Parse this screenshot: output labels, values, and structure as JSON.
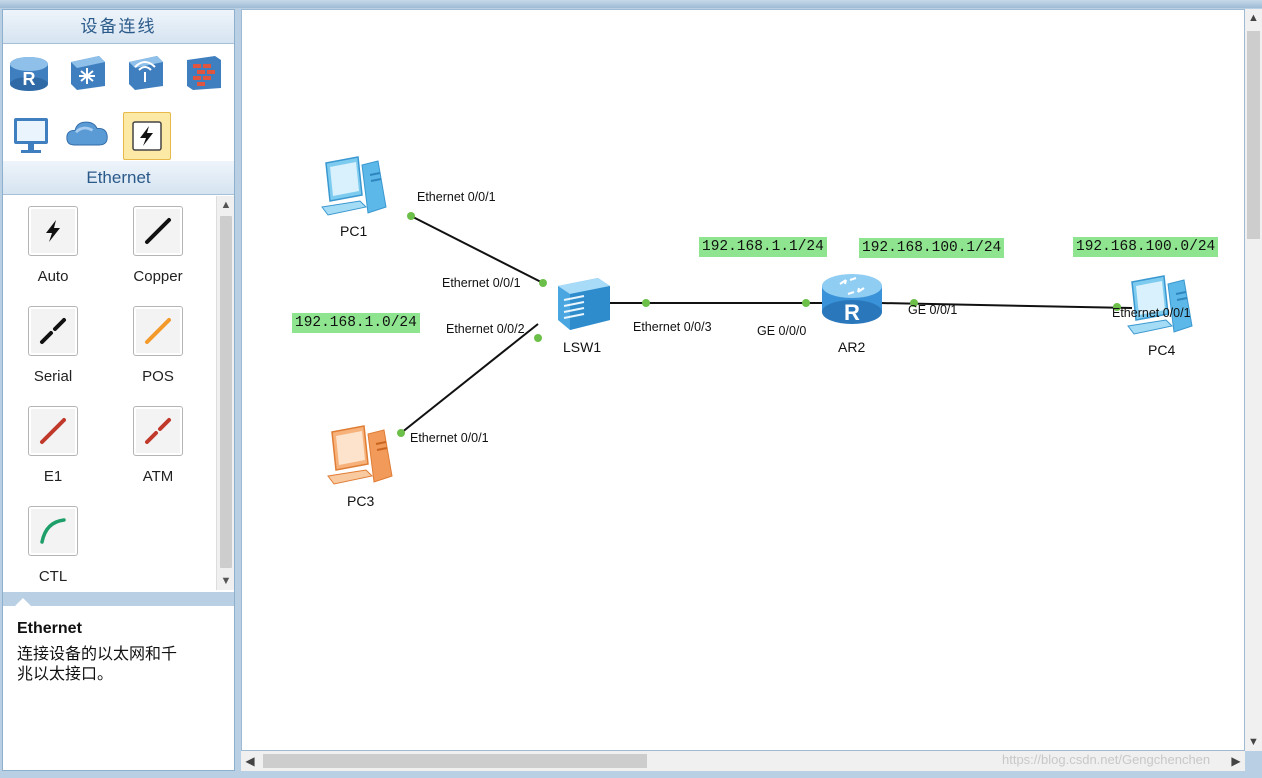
{
  "left_panel": {
    "devices_header": "设备连线",
    "cables_header": "Ethernet",
    "cables": [
      {
        "label": "Auto",
        "icon": "auto-cable-icon"
      },
      {
        "label": "Copper",
        "icon": "copper-cable-icon"
      },
      {
        "label": "Serial",
        "icon": "serial-cable-icon"
      },
      {
        "label": "POS",
        "icon": "pos-cable-icon"
      },
      {
        "label": "E1",
        "icon": "e1-cable-icon"
      },
      {
        "label": "ATM",
        "icon": "atm-cable-icon"
      },
      {
        "label": "CTL",
        "icon": "ctl-cable-icon"
      }
    ],
    "description": {
      "title": "Ethernet",
      "text_line1": "连接设备的以太网和千",
      "text_line2": "兆以太接口。"
    }
  },
  "topology": {
    "nodes": {
      "pc1": "PC1",
      "pc3": "PC3",
      "lsw1": "LSW1",
      "ar2": "AR2",
      "pc4": "PC4"
    },
    "ports": {
      "pc1_eth": "Ethernet 0/0/1",
      "lsw1_eth1": "Ethernet 0/0/1",
      "lsw1_eth2": "Ethernet 0/0/2",
      "pc3_eth": "Ethernet 0/0/1",
      "lsw1_eth3": "Ethernet 0/0/3",
      "ar2_ge0": "GE 0/0/0",
      "ar2_ge1": "GE 0/0/1",
      "pc4_eth": "Ethernet 0/0/1"
    },
    "ip_labels": {
      "lan1_net": "192.168.1.0/24",
      "ar2_gw1": "192.168.1.1/24",
      "ar2_gw2": "192.168.100.1/24",
      "lan2_net": "192.168.100.0/24"
    }
  },
  "watermark": "https://blog.csdn.net/Gengchenchen",
  "colors": {
    "ip_label_bg": "#8fe58f",
    "link_dot": "#6cc04a",
    "header_text": "#2a5a8a"
  }
}
